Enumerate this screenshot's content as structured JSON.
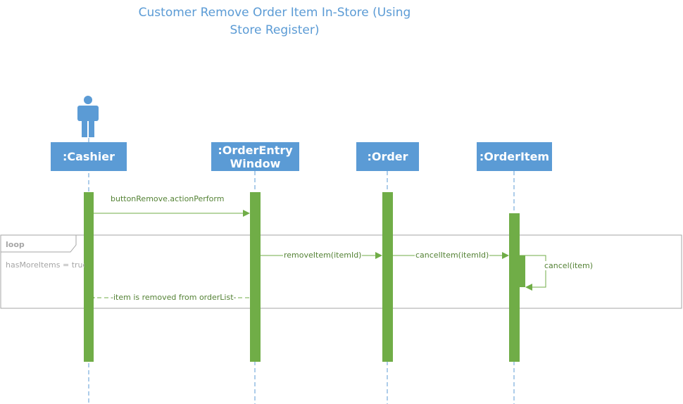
{
  "title": {
    "line1": "Customer Remove Order Item In-Store (Using",
    "line2": "Store Register)"
  },
  "lifelines": {
    "cashier": ":Cashier",
    "orderentry_line1": ":OrderEntry",
    "orderentry_line2": "Window",
    "order": ":Order",
    "orderitem": ":OrderItem"
  },
  "actor_icon": "person-icon",
  "messages": {
    "m1": "buttonRemove.actionPerform",
    "m2": "removeItem(itemId)",
    "m3": "cancelItem(itemId)",
    "m4": "cancel(item)",
    "m5": "-item is removed from orderList-"
  },
  "loop": {
    "tag": "loop",
    "guard": "hasMoreItems = true"
  },
  "colors": {
    "lifeline_box": "#5b9bd5",
    "activation": "#70ad47",
    "message": "#548235",
    "frame": "#a6a6a6"
  }
}
